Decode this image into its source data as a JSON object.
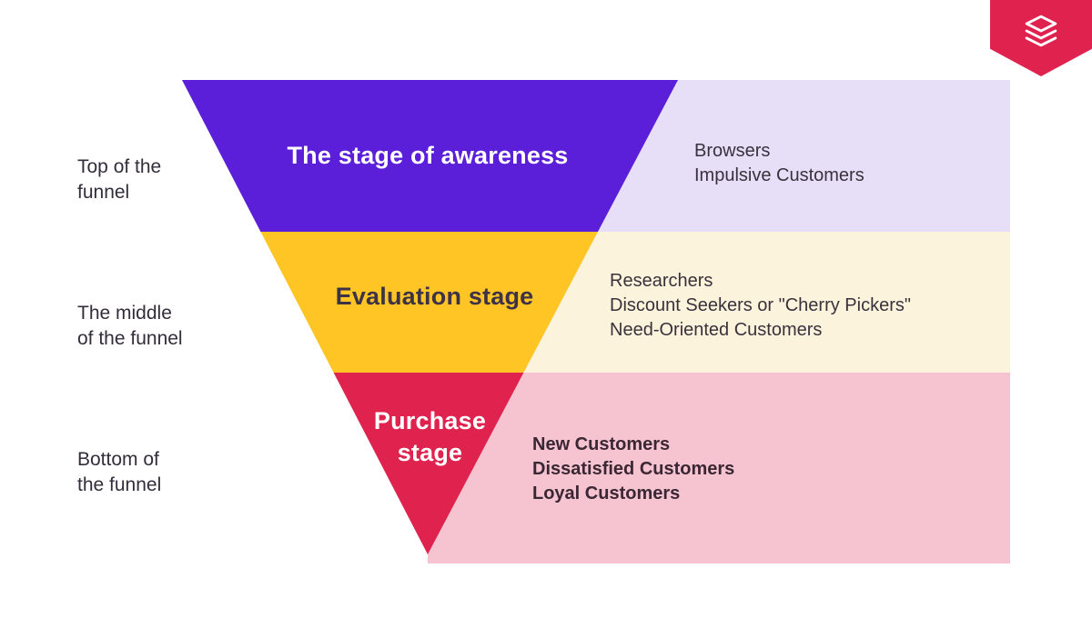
{
  "logo": {
    "icon": "layers-icon",
    "background_color": "#E0234E",
    "icon_color": "#ffffff"
  },
  "funnel": {
    "stages": [
      {
        "side_label": "Top of the\nfunnel",
        "title": "The stage of awareness",
        "segment_color": "#5B1FD9",
        "panel_color": "#E7DFF8",
        "title_color": "#ffffff",
        "customers": [
          "Browsers",
          "Impulsive Customers"
        ]
      },
      {
        "side_label": "The middle\nof the funnel",
        "title": "Evaluation stage",
        "segment_color": "#FFC524",
        "panel_color": "#FCF3DC",
        "title_color": "#3E3247",
        "customers": [
          "Researchers",
          "Discount Seekers or \"Cherry Pickers\"",
          "Need-Oriented Customers"
        ]
      },
      {
        "side_label": "Bottom of\nthe funnel",
        "title": "Purchase\nstage",
        "segment_color": "#E0234E",
        "panel_color": "#F6C4D0",
        "title_color": "#ffffff",
        "customers": [
          "New Customers",
          "Dissatisfied Customers",
          "Loyal Customers"
        ]
      }
    ]
  }
}
